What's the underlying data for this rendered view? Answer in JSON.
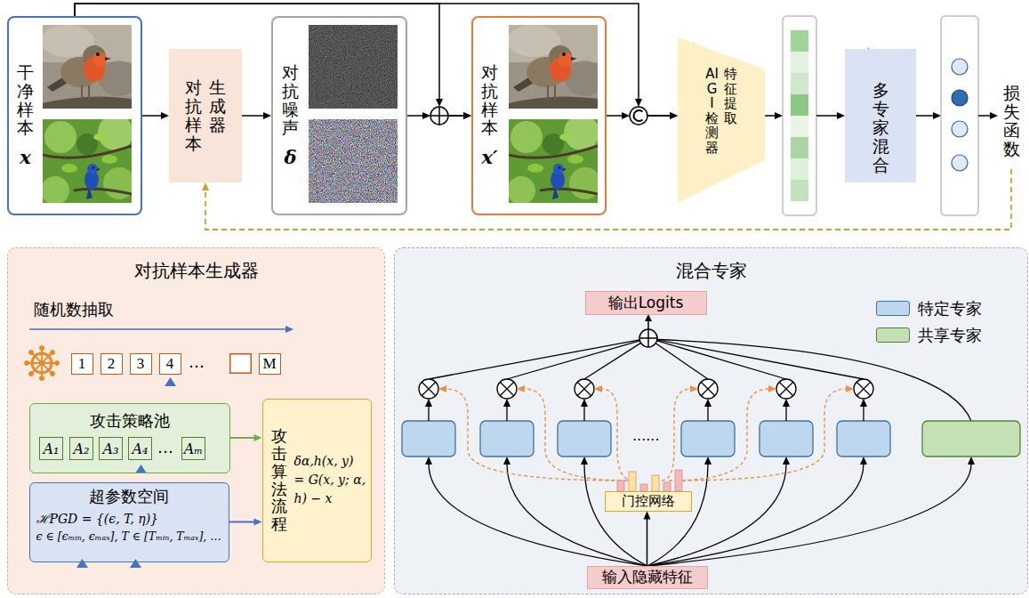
{
  "diagram": {
    "nodes": [
      {
        "text": [
          "干净样本",
          "x"
        ]
      },
      {
        "text": [
          "对抗样本",
          "生成器"
        ]
      },
      {
        "text": [
          "对抗噪声",
          "δ"
        ]
      },
      {
        "text": [
          "对抗样本",
          "x′"
        ]
      },
      {
        "text": [
          "AIGI检测器",
          "特征提取"
        ]
      },
      {
        "text": [
          "多专家混合"
        ]
      },
      {
        "text": [
          "损失函数"
        ]
      },
      {
        "text": [
          "对抗样本生成器"
        ]
      },
      {
        "text": [
          "1"
        ],
        "in": 7
      },
      {
        "text": [
          "2"
        ],
        "in": 7
      },
      {
        "text": [
          "3"
        ],
        "in": 7
      },
      {
        "text": [
          "4"
        ],
        "in": 7
      },
      {
        "text": [
          "M"
        ],
        "in": 7
      },
      {
        "text": [
          "攻击策略池"
        ],
        "in": 7
      },
      {
        "text": [
          "A₁"
        ],
        "in": 13
      },
      {
        "text": [
          "A₂"
        ],
        "in": 13
      },
      {
        "text": [
          "A₃"
        ],
        "in": 13
      },
      {
        "text": [
          "A₄"
        ],
        "in": 13
      },
      {
        "text": [
          "Aₘ"
        ],
        "in": 13
      },
      {
        "text": [
          "超参数空间",
          "ℋPGD = {(ϵ, T, η)}",
          "ϵ ∈ [ϵₘᵢₙ, ϵₘₐₓ], T ∈ [Tₘᵢₙ, Tₘₐₓ], …"
        ],
        "in": 7
      },
      {
        "text": [
          "攻击算法流程",
          "δα,h(x, y) = G(x, y; α, h) − x"
        ],
        "in": 7
      },
      {
        "text": [
          "混合专家"
        ]
      },
      {
        "text": [
          "输出Logits"
        ],
        "in": 21
      },
      {
        "text": [
          "门控网络"
        ],
        "in": 21
      },
      {
        "text": [
          "输入隐藏特征"
        ],
        "in": 21
      }
    ],
    "edges": [
      {
        "from": 0,
        "to": 1,
        "arrow": "to"
      },
      {
        "from": 1,
        "to": 2,
        "arrow": "to"
      },
      {
        "from": 2,
        "to": 3,
        "arrow": "to"
      },
      {
        "from": 0,
        "to": 3,
        "arrow": "to"
      },
      {
        "from": 3,
        "to": 4,
        "arrow": "to"
      },
      {
        "from": 0,
        "to": 4,
        "arrow": "to"
      },
      {
        "from": 4,
        "to": 5,
        "arrow": "to"
      },
      {
        "from": 5,
        "to": 6,
        "arrow": "to"
      },
      {
        "from": 6,
        "to": 1,
        "arrow": "to"
      },
      {
        "from": 13,
        "to": 20,
        "arrow": "to"
      },
      {
        "from": 19,
        "to": 20,
        "arrow": "to"
      },
      {
        "from": 24,
        "to": 23,
        "arrow": "to"
      }
    ],
    "labels": [
      "随机数抽取",
      "…",
      "…",
      "......"
    ],
    "legend": [
      {
        "text": "特定专家",
        "color": "#bdd7ee"
      },
      {
        "text": "共享专家",
        "color": "#c5e0b4"
      }
    ]
  }
}
